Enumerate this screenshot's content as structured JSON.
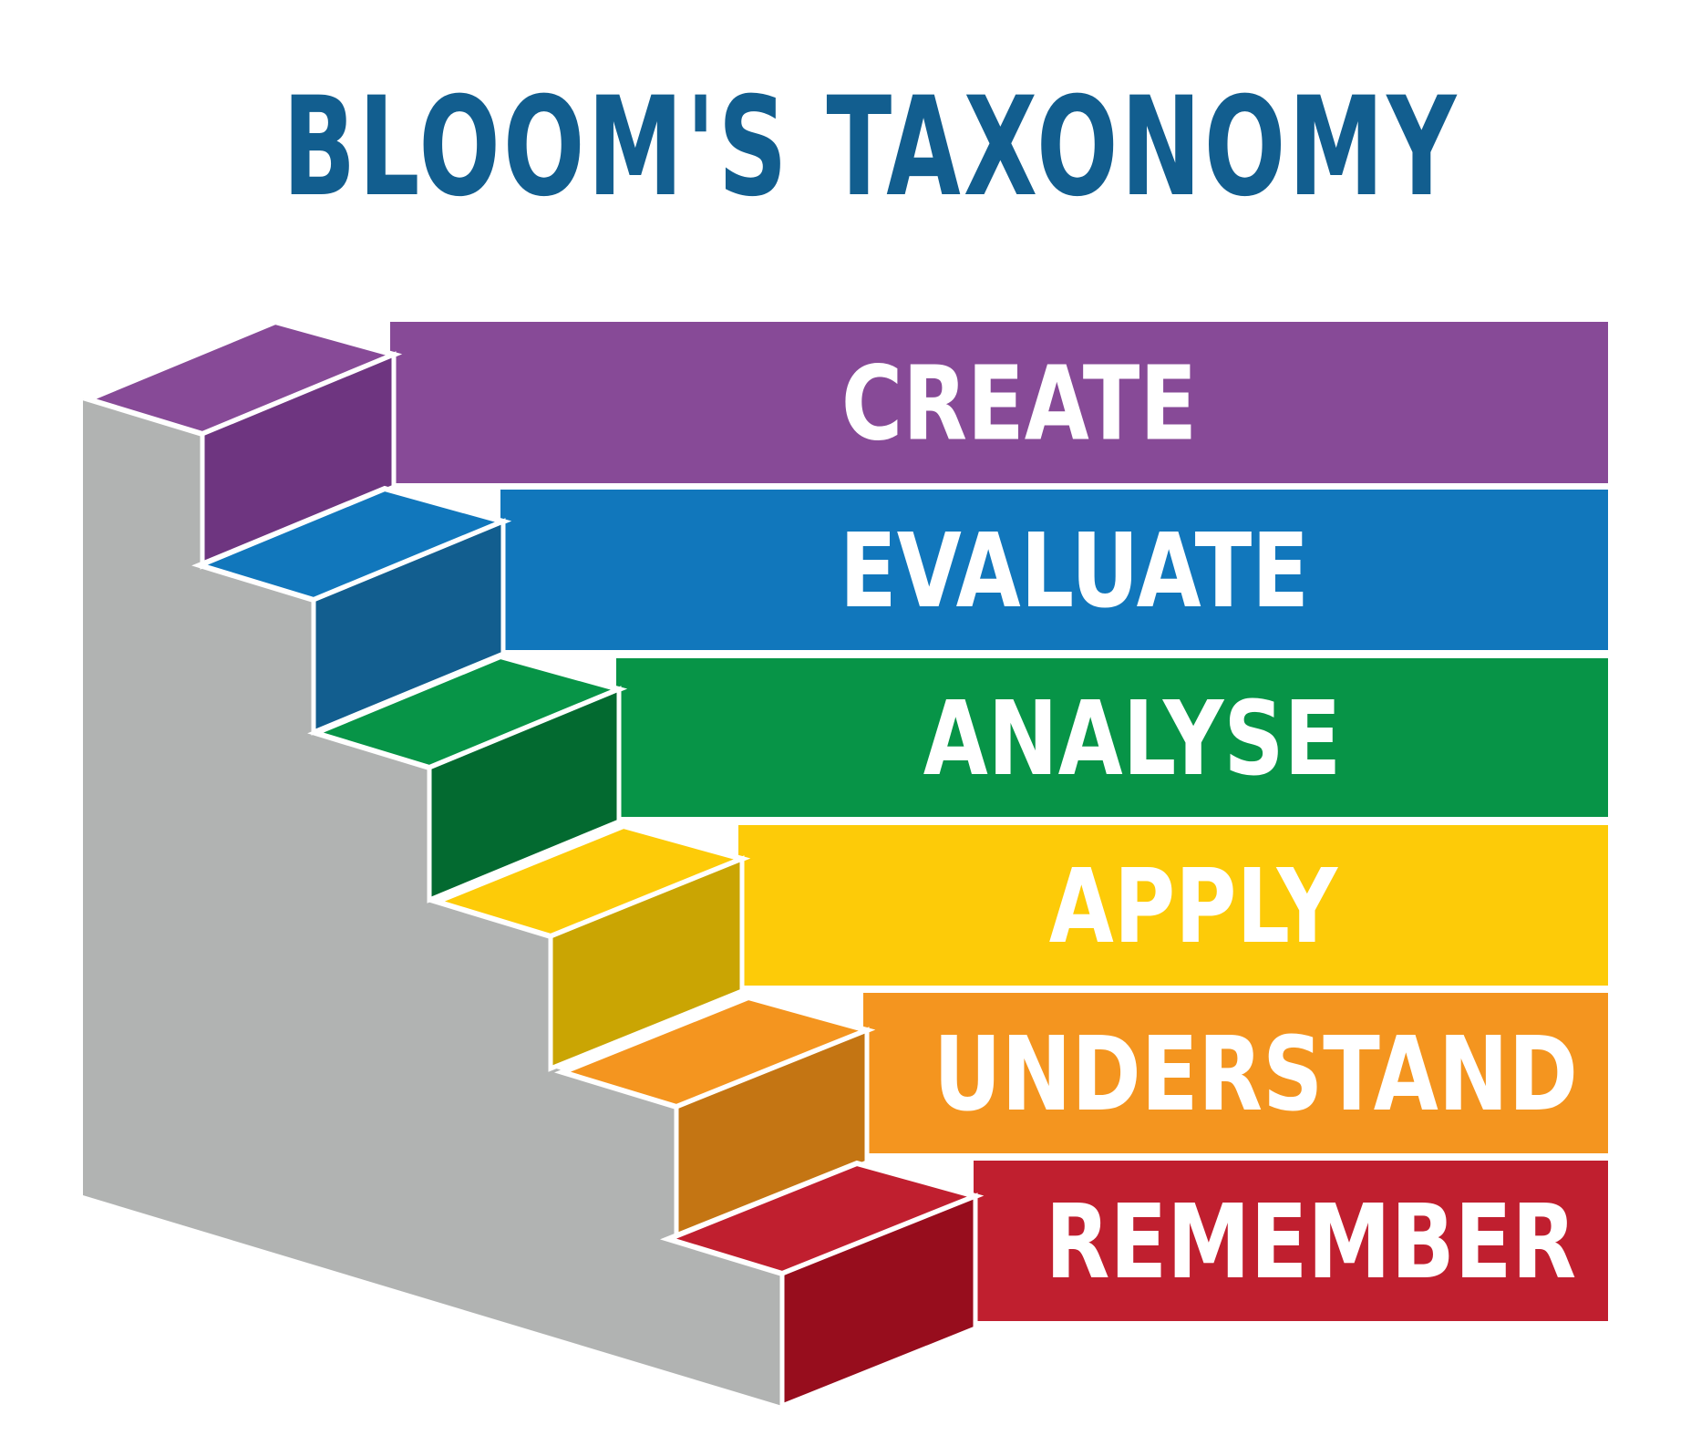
{
  "title": "BLOOM'S TAXONOMY",
  "colors": {
    "title": "#125e8f",
    "stair_side": "#b1b3b2",
    "outline": "#ffffff"
  },
  "levels": [
    {
      "label": "CREATE",
      "band": "#874a97",
      "top": "#874a97",
      "front": "#6e3580"
    },
    {
      "label": "EVALUATE",
      "band": "#1177bc",
      "top": "#1177bc",
      "front": "#125e8f"
    },
    {
      "label": "ANALYSE",
      "band": "#079447",
      "top": "#079447",
      "front": "#036a30"
    },
    {
      "label": "APPLY",
      "band": "#fdcb08",
      "top": "#fdcb08",
      "front": "#caa503"
    },
    {
      "label": "UNDERSTAND",
      "band": "#f4951f",
      "top": "#f4951f",
      "front": "#c47513"
    },
    {
      "label": "REMEMBER",
      "band": "#c01f2f",
      "top": "#c01f2f",
      "front": "#970d1d"
    }
  ]
}
